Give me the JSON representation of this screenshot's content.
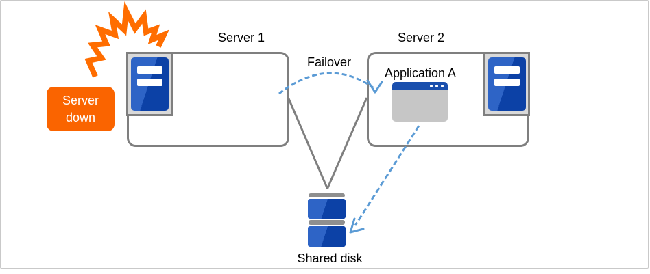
{
  "diagram": {
    "server1_label": "Server 1",
    "server2_label": "Server 2",
    "failover_label": "Failover",
    "application_label": "Application A",
    "shared_disk_label": "Shared disk",
    "badge": {
      "line1": "Server",
      "line2": "down"
    },
    "colors": {
      "badge_orange": "#FA6400",
      "spark_orange": "#FF6D00",
      "server_blue_light": "#2E64C6",
      "server_blue_dark": "#0C41A6",
      "window_titlebar_blue": "#1A4FAD",
      "window_body_gray": "#C6C6C6",
      "arrow_blue": "#5B9BD5",
      "outline_gray": "#7F7F7F",
      "bezel_gray": "#D9D9D9",
      "disk_cap_gray": "#8F8F8F",
      "frame_gray": "#C9C9C9"
    },
    "icons": [
      "spark-icon",
      "server-icon",
      "application-window-icon",
      "shared-disk-icon"
    ]
  }
}
